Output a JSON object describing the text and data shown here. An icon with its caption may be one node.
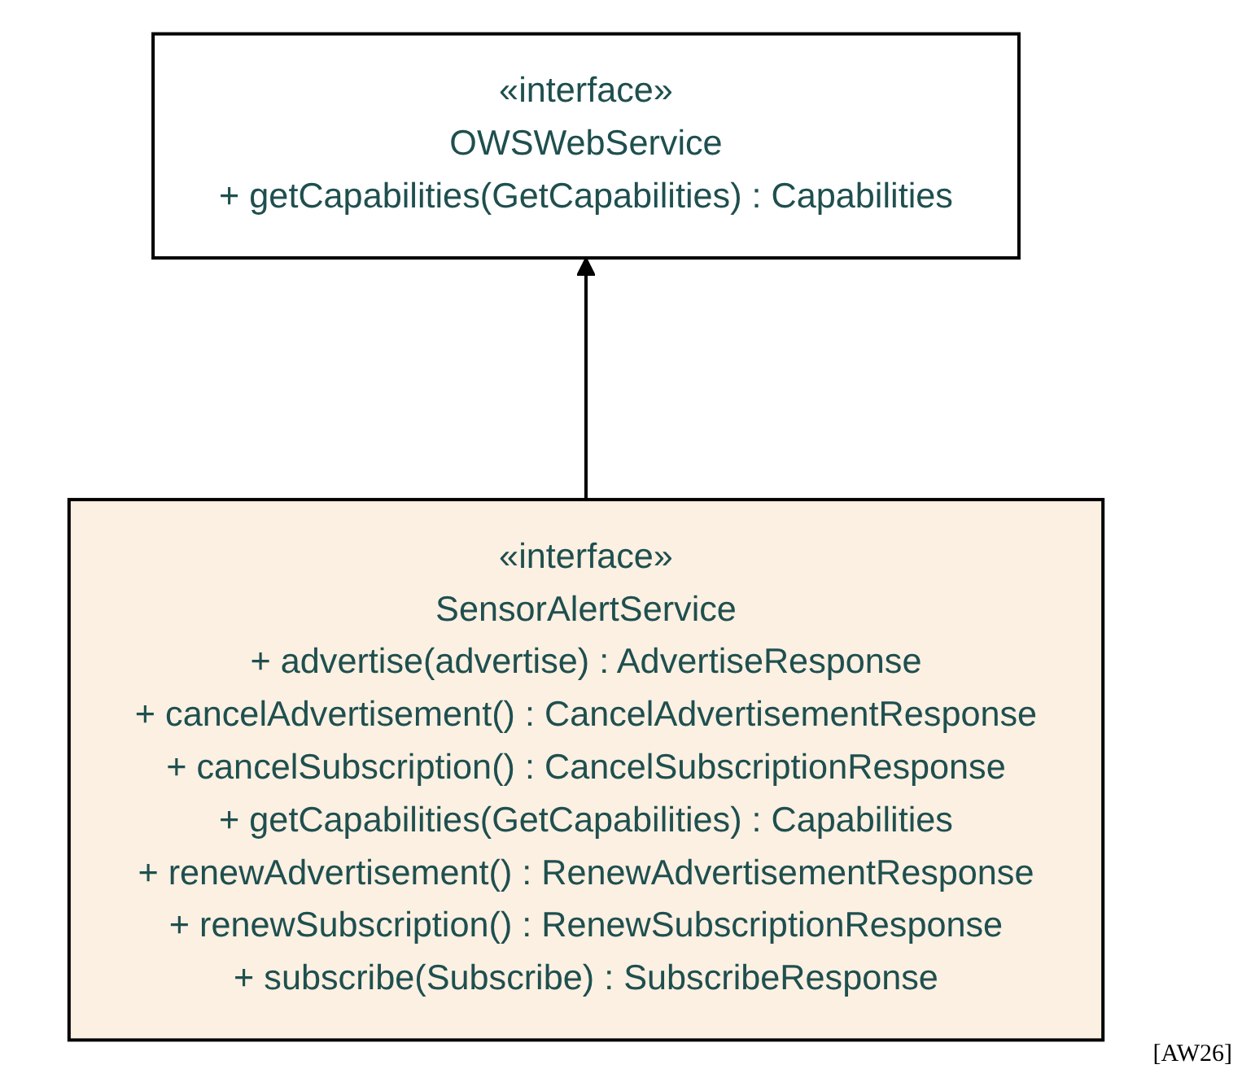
{
  "diagram": {
    "nodes": [
      {
        "text": [
          "«interface»",
          "OWSWebService",
          "+ getCapabilities(GetCapabilities) : Capabilities"
        ]
      },
      {
        "text": [
          "«interface»",
          "SensorAlertService",
          "+ advertise(advertise) : AdvertiseResponse",
          "+ cancelAdvertisement() : CancelAdvertisementResponse",
          "+ cancelSubscription() : CancelSubscriptionResponse",
          "+ getCapabilities(GetCapabilities) : Capabilities",
          "+ renewAdvertisement() : RenewAdvertisementResponse",
          "+ renewSubscription() : RenewSubscriptionResponse",
          "+ subscribe(Subscribe) : SubscribeResponse"
        ]
      }
    ],
    "edges": [
      {
        "from": 1,
        "to": 0,
        "arrow": "to"
      }
    ],
    "labels": [
      "[AW26]"
    ]
  }
}
